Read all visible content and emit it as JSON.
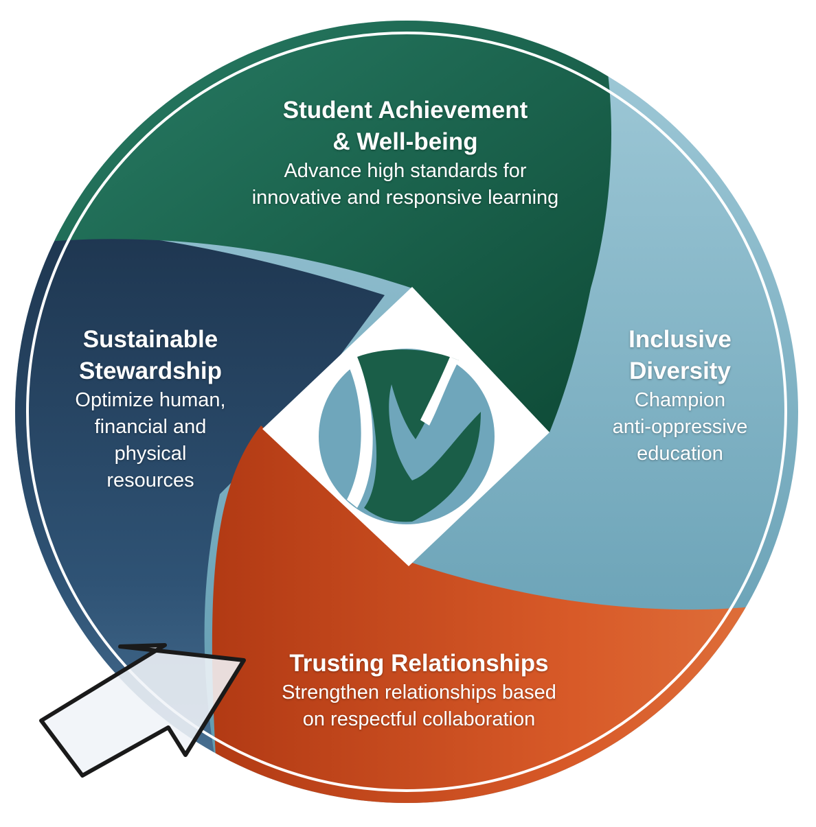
{
  "segments": {
    "student": {
      "title_line1": "Student Achievement",
      "title_line2": "& Well-being",
      "desc_line1": "Advance high standards for",
      "desc_line2": "innovative and responsive learning",
      "color": "#1a6a52"
    },
    "inclusive": {
      "title_line1": "Inclusive",
      "title_line2": "Diversity",
      "desc_line1": "Champion",
      "desc_line2": "anti-oppressive",
      "desc_line3": "education",
      "color": "#8dbccc"
    },
    "trusting": {
      "title": "Trusting Relationships",
      "desc_line1": "Strengthen relationships based",
      "desc_line2": "on respectful collaboration",
      "color": "#d0592a"
    },
    "sustainable": {
      "title_line1": "Sustainable",
      "title_line2": "Stewardship",
      "desc_line1": "Optimize human,",
      "desc_line2": "financial and",
      "desc_line3": "physical",
      "desc_line4": "resources",
      "color": "#2a4a6a"
    }
  },
  "center": {
    "icon": "leaf-logo-icon"
  },
  "pointer": {
    "icon": "arrow-pointer-icon",
    "points_to": "trusting"
  }
}
